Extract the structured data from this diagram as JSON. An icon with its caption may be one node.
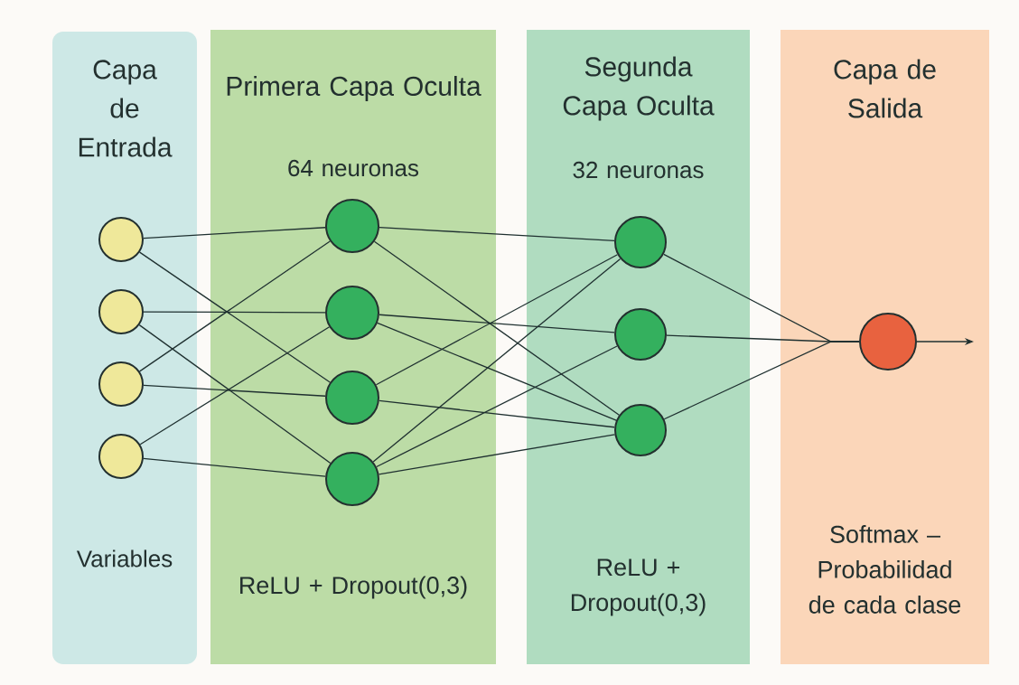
{
  "diagram": {
    "nodes": [
      {
        "text": [
          "Capa de Entrada",
          "Variables"
        ]
      },
      {
        "text": [
          "Primera Capa Oculta",
          "64 neuronas",
          "ReLU + Dropout(0,3)"
        ]
      },
      {
        "text": [
          "Segunda Capa Oculta",
          "32 neuronas",
          "ReLU + Dropout(0,3)"
        ]
      },
      {
        "text": [
          "Capa de Salida",
          "Softmax – Probabilidad de cada clase"
        ]
      },
      {
        "text": [],
        "shape": "circle",
        "in": 0
      },
      {
        "text": [],
        "shape": "circle",
        "in": 0
      },
      {
        "text": [],
        "shape": "circle",
        "in": 0
      },
      {
        "text": [],
        "shape": "circle",
        "in": 0
      },
      {
        "text": [],
        "shape": "circle",
        "in": 1
      },
      {
        "text": [],
        "shape": "circle",
        "in": 1
      },
      {
        "text": [],
        "shape": "circle",
        "in": 1
      },
      {
        "text": [],
        "shape": "circle",
        "in": 1
      },
      {
        "text": [],
        "shape": "circle",
        "in": 2
      },
      {
        "text": [],
        "shape": "circle",
        "in": 2
      },
      {
        "text": [],
        "shape": "circle",
        "in": 2
      },
      {
        "text": [],
        "shape": "circle",
        "in": 3
      }
    ],
    "edges": [
      {
        "from": 4,
        "to": 8,
        "arrow": "none"
      },
      {
        "from": 4,
        "to": 10,
        "arrow": "none"
      },
      {
        "from": 5,
        "to": 9,
        "arrow": "none"
      },
      {
        "from": 5,
        "to": 11,
        "arrow": "none"
      },
      {
        "from": 6,
        "to": 8,
        "arrow": "none"
      },
      {
        "from": 6,
        "to": 10,
        "arrow": "none"
      },
      {
        "from": 7,
        "to": 9,
        "arrow": "none"
      },
      {
        "from": 7,
        "to": 11,
        "arrow": "none"
      },
      {
        "from": 8,
        "to": 12,
        "arrow": "none"
      },
      {
        "from": 8,
        "to": 14,
        "arrow": "none"
      },
      {
        "from": 9,
        "to": 13,
        "arrow": "none"
      },
      {
        "from": 9,
        "to": 14,
        "arrow": "none"
      },
      {
        "from": 10,
        "to": 12,
        "arrow": "none"
      },
      {
        "from": 10,
        "to": 14,
        "arrow": "none"
      },
      {
        "from": 11,
        "to": 12,
        "arrow": "none"
      },
      {
        "from": 11,
        "to": 13,
        "arrow": "none"
      },
      {
        "from": 11,
        "to": 14,
        "arrow": "none"
      },
      {
        "from": 12,
        "to": 15,
        "arrow": "none"
      },
      {
        "from": 13,
        "to": 15,
        "arrow": "none"
      },
      {
        "from": 14,
        "to": 15,
        "arrow": "none"
      },
      {
        "from": 15,
        "to": null,
        "arrow": "to"
      }
    ]
  }
}
